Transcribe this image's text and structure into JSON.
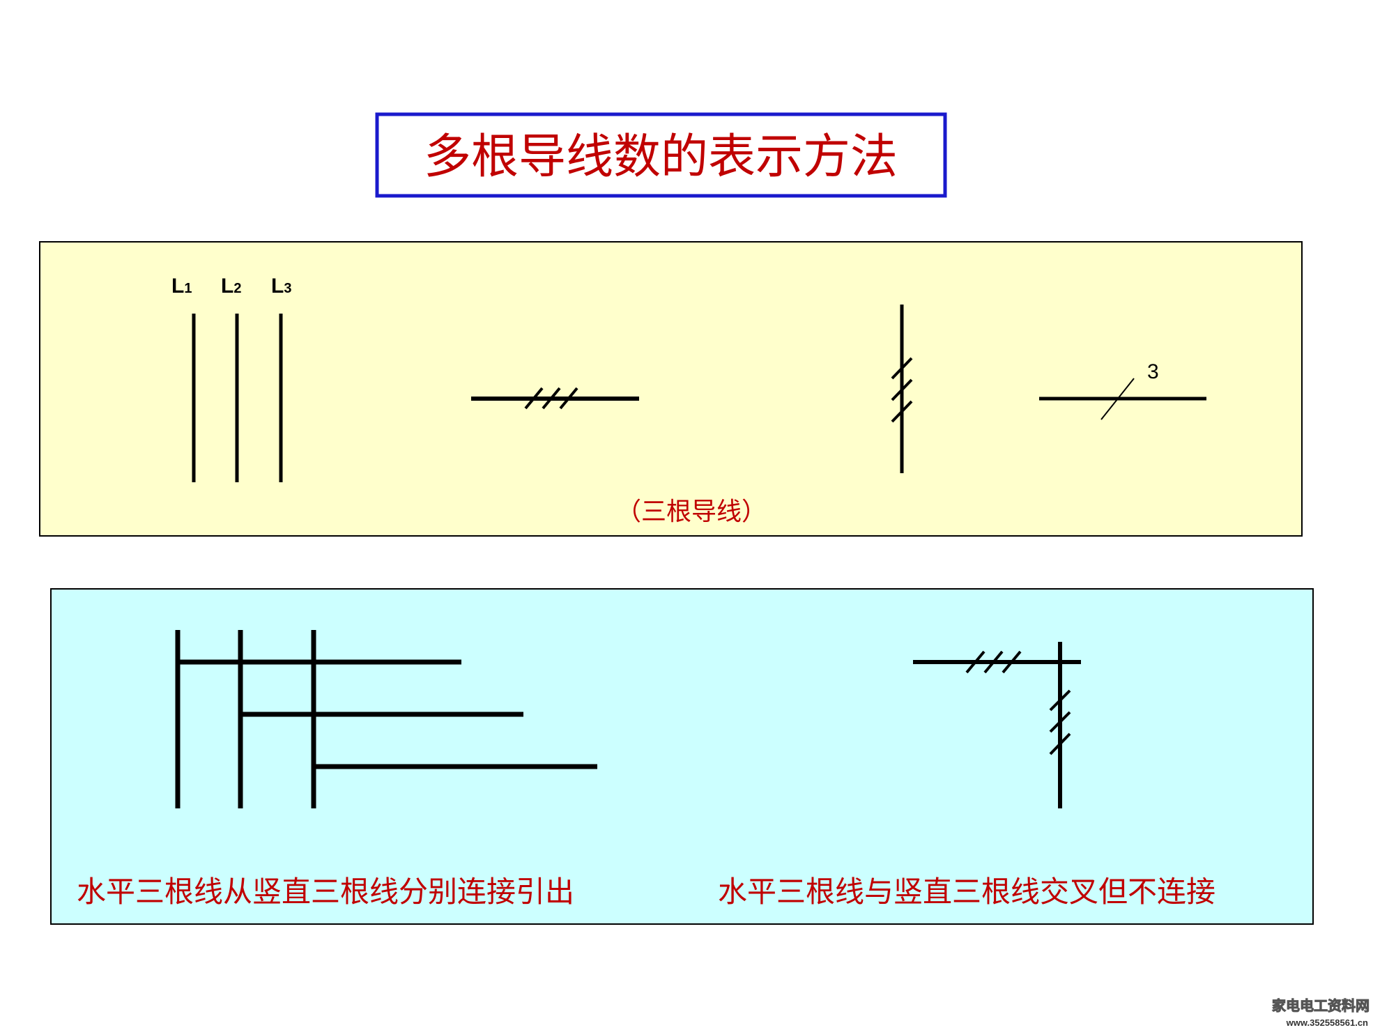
{
  "title": "多根导线数的表示方法",
  "colors": {
    "title_border": "#1a1acc",
    "text_red": "#c00000",
    "panel_top": "#ffffcc",
    "panel_bottom": "#ccffff"
  },
  "top_panel": {
    "labels": [
      "L",
      "L",
      "L"
    ],
    "subscripts": [
      "1",
      "2",
      "3"
    ],
    "count_label": "3",
    "caption": "（三根导线）"
  },
  "bottom_panel": {
    "caption_left": "水平三根线从竖直三根线分别连接引出",
    "caption_right": "水平三根线与竖直三根线交叉但不连接"
  },
  "watermark": {
    "name": "家电电工资料网",
    "url": "www.352558561.cn"
  }
}
